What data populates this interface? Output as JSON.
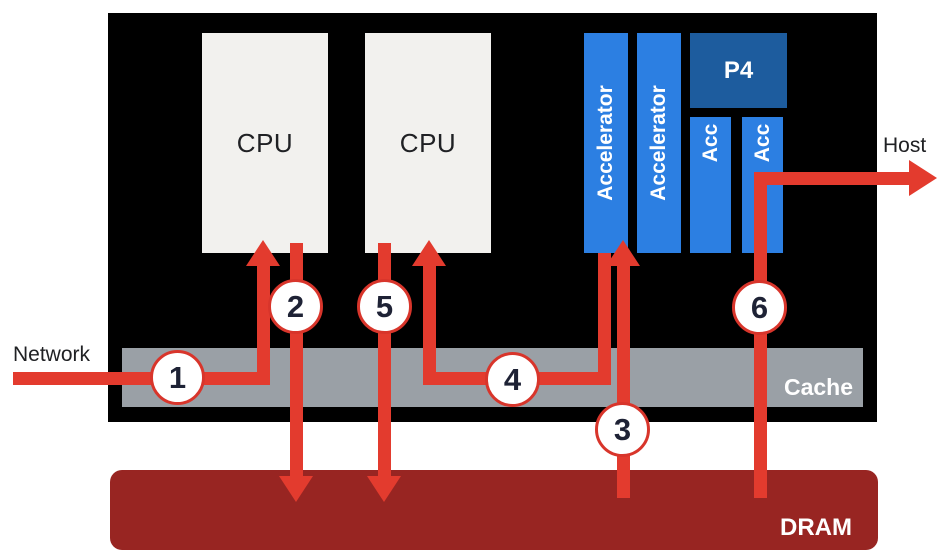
{
  "package": {
    "nodes": {
      "cpu_left": {
        "label": "CPU"
      },
      "cpu_right": {
        "label": "CPU"
      },
      "accelerator_1": {
        "label": "Accelerator"
      },
      "accelerator_2": {
        "label": "Accelerator"
      },
      "p4": {
        "label": "P4"
      },
      "acc_1": {
        "label": "Acc"
      },
      "acc_2": {
        "label": "Acc"
      },
      "cache": {
        "label": "Cache"
      }
    }
  },
  "dram": {
    "label": "DRAM"
  },
  "external": {
    "network_label": "Network",
    "host_label": "Host"
  },
  "flow_markers": [
    {
      "number": "1"
    },
    {
      "number": "2"
    },
    {
      "number": "3"
    },
    {
      "number": "4"
    },
    {
      "number": "5"
    },
    {
      "number": "6"
    }
  ],
  "colors": {
    "package_black": "#000000",
    "cpu_fill": "#f2f1ee",
    "accelerator_blue": "#2c7fe2",
    "p4_blue": "#1d5c9e",
    "cache_gray": "#9aa0a6",
    "dram_red": "#982522",
    "arrow_red": "#e33b2e",
    "circle_border_red": "#d8352b",
    "number_ink": "#1e2235",
    "label_ink": "#202124"
  }
}
